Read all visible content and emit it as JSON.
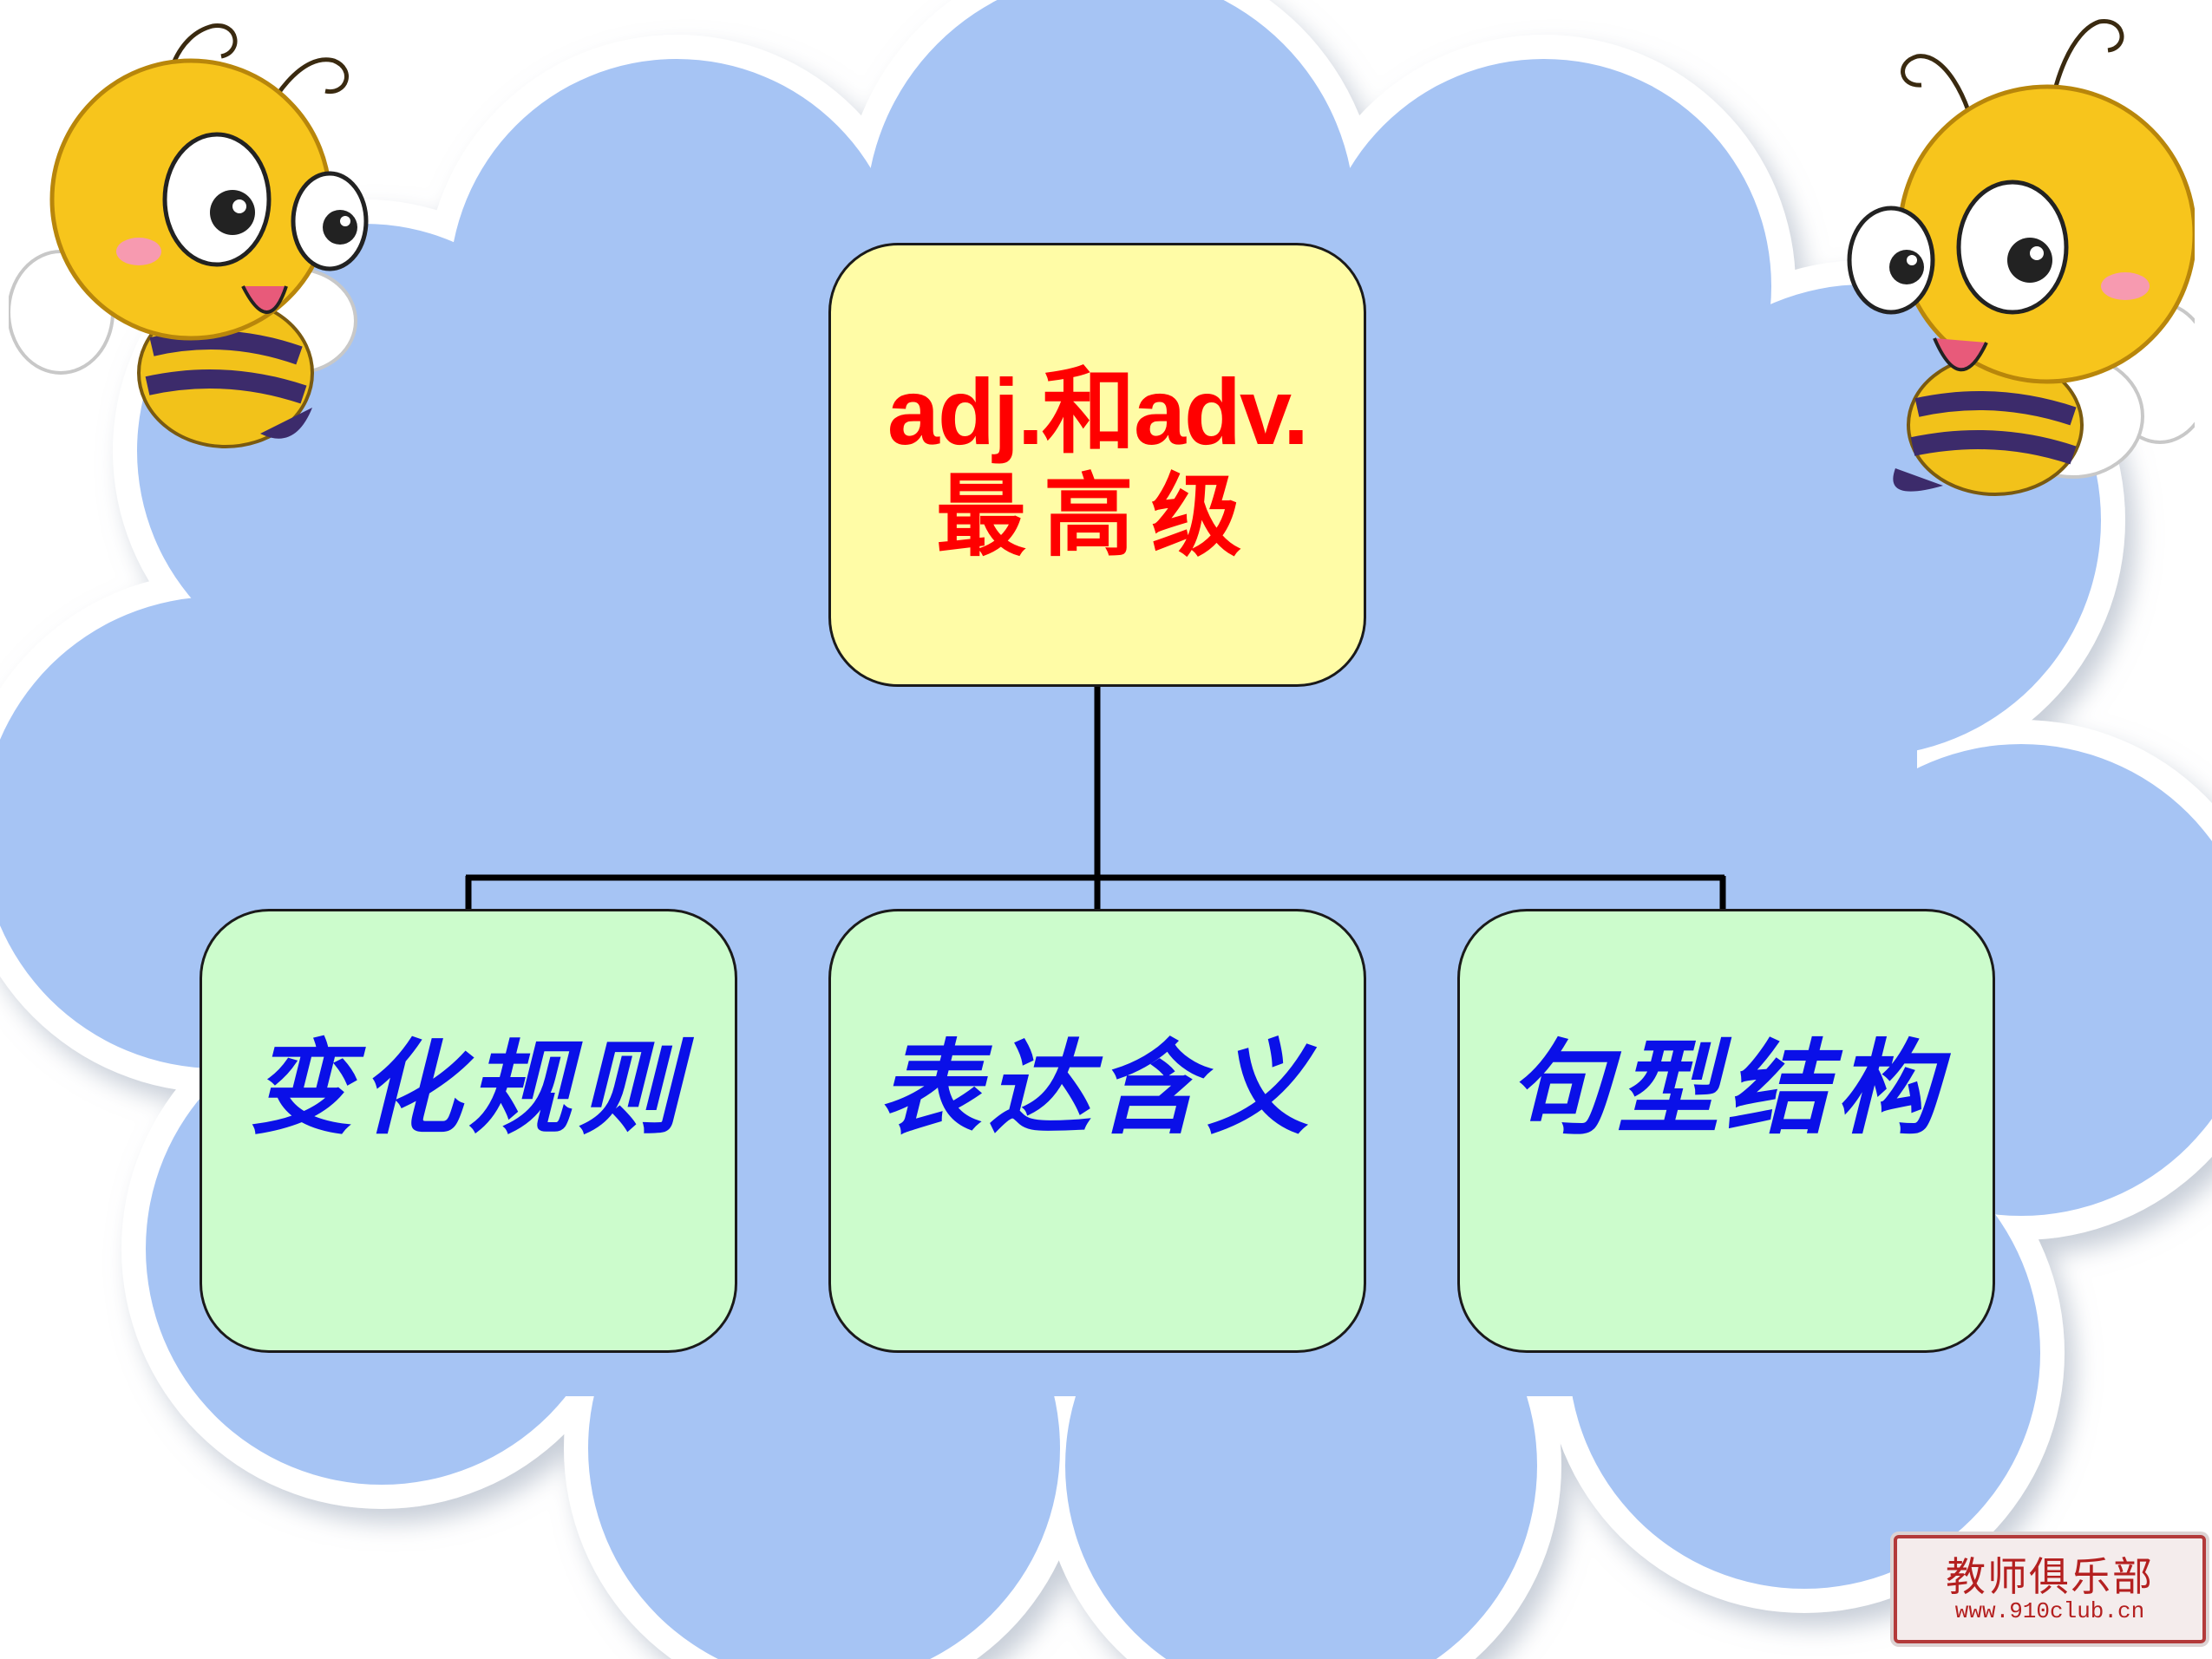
{
  "diagram": {
    "root": {
      "line1": "adj.和adv.",
      "line2": "最高级"
    },
    "children": [
      {
        "label": "变化规则"
      },
      {
        "label": "表达含义"
      },
      {
        "label": "句型结构"
      }
    ]
  },
  "watermark": {
    "title": "教师俱乐部",
    "url": "www.910club.cn"
  },
  "colors": {
    "cloud_fill": "#a6c4f4",
    "cloud_edge": "#ffffff",
    "root_fill": "#fffca6",
    "root_text": "#ff0000",
    "child_fill": "#ccfccc",
    "child_text": "#0a10e8",
    "connector": "#000000",
    "watermark_text": "#b42020"
  },
  "icons": [
    "bee-mascot-icon-left",
    "bee-mascot-icon-right"
  ]
}
